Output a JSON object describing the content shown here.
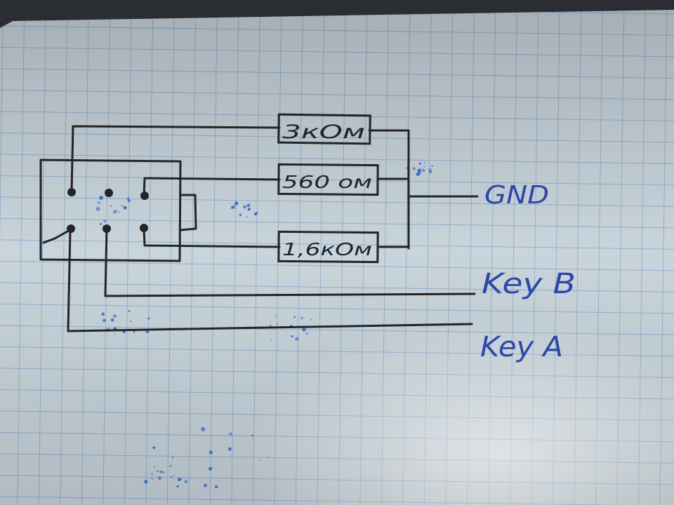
{
  "colors": {
    "paper": "#c9d4db",
    "paper_shadow": "#8e9aa4",
    "grid": "#7fa6cf",
    "pencil": "#222428",
    "ink_blue": "#2d47a8",
    "ink_spots": "#2f66c9"
  },
  "resistors": {
    "r1": "3кОм",
    "r2": "560 ом",
    "r3": "1,6кОм"
  },
  "labels": {
    "gnd": "GND",
    "key_b": "Key B",
    "key_a": "Key A"
  }
}
